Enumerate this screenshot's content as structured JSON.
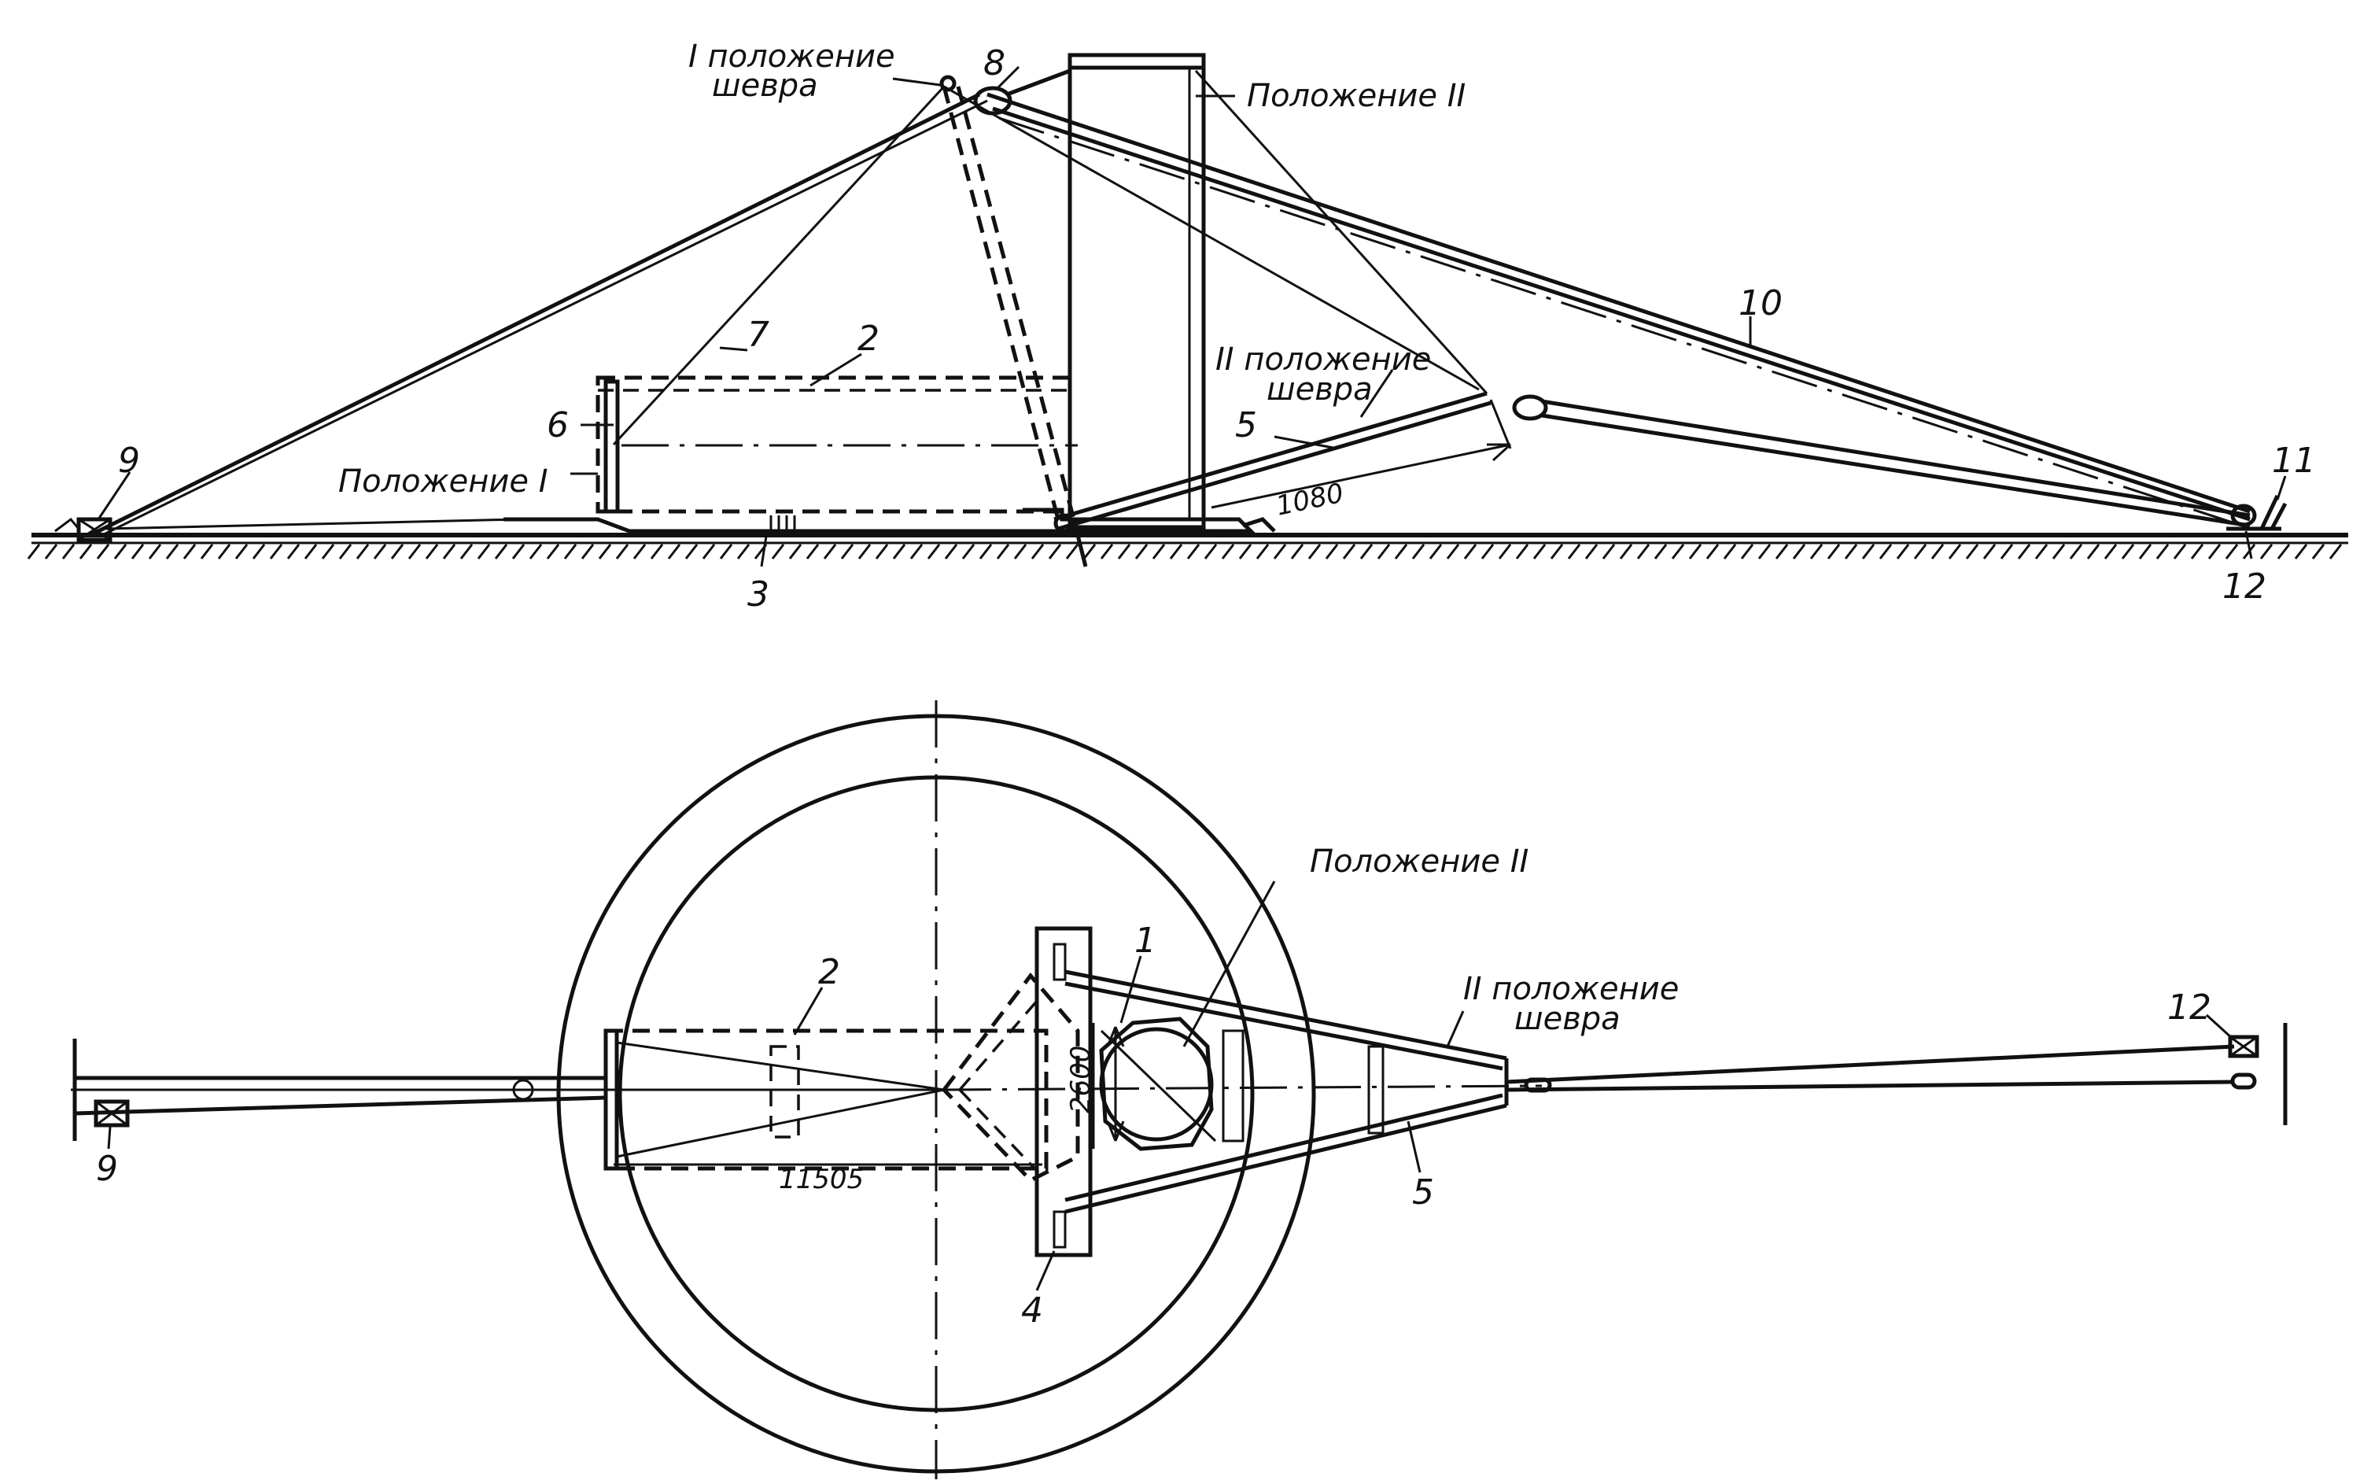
{
  "side_view": {
    "position_1_sheer_line1": "I положение",
    "position_1_sheer_line2": "шевра",
    "position_2_tower": "Положение II",
    "position_2_sheer_line1": "II положение",
    "position_2_sheer_line2": "шевра",
    "position_1": "Положение I",
    "dimension_1080": "1080",
    "labels": {
      "n2": "2",
      "n3": "3",
      "n5": "5",
      "n6": "6",
      "n7": "7",
      "n8": "8",
      "n9": "9",
      "n10": "10",
      "n11": "11",
      "n12": "12"
    }
  },
  "plan_view": {
    "position_2": "Положение II",
    "position_2_sheer_line1": "II положение",
    "position_2_sheer_line2": "шевра",
    "dimension_11505": "11505",
    "dimension_2600": "2600",
    "labels": {
      "n1": "1",
      "n2": "2",
      "n4": "4",
      "n5": "5",
      "n9": "9",
      "n12": "12"
    }
  }
}
